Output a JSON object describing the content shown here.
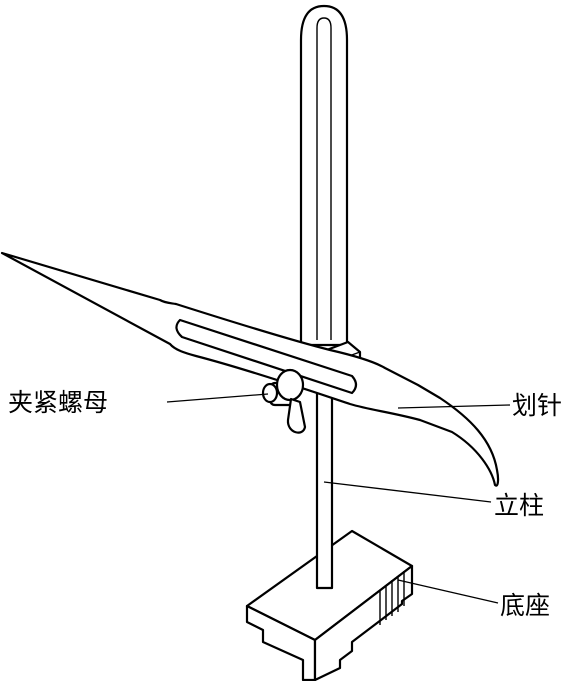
{
  "figure": {
    "labels": {
      "clamp_nut": "夹紧螺母",
      "scriber": "划针",
      "column": "立柱",
      "base": "底座"
    }
  }
}
